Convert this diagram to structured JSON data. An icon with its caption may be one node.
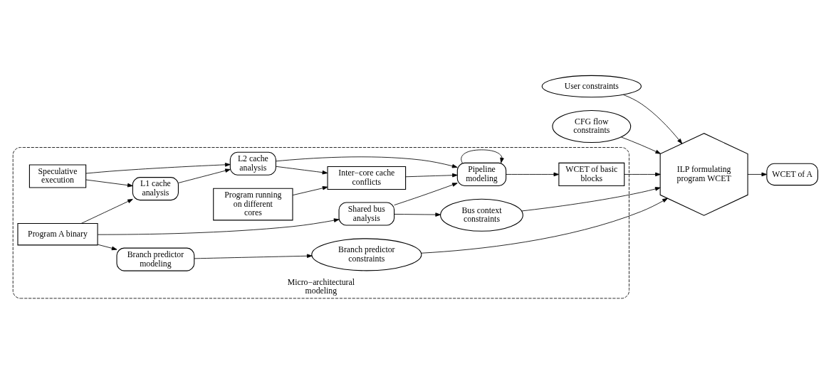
{
  "diagram": {
    "nodes": [
      {
        "text": [
          "Micro−architectural modeling"
        ]
      },
      {
        "text": [
          "Branch predictor modeling"
        ],
        "in": 0
      },
      {
        "text": [
          "Branch predictor constraints"
        ],
        "in": 0
      },
      {
        "text": [
          "Speculative execution"
        ],
        "in": 0
      },
      {
        "text": [
          "L1 cache analysis"
        ],
        "in": 0
      },
      {
        "text": [
          "L2 cache analysis"
        ],
        "in": 0
      },
      {
        "text": [
          "Program A binary"
        ],
        "in": 0
      },
      {
        "text": [
          "Inter−core cache conflicts"
        ],
        "in": 0
      },
      {
        "text": [
          "Pipeline modeling"
        ],
        "in": 0
      },
      {
        "text": [
          "WCET of basic blocks"
        ],
        "in": 0
      },
      {
        "text": [
          "Program running on different cores"
        ],
        "in": 0
      },
      {
        "text": [
          "Shared bus analysis"
        ],
        "in": 0
      },
      {
        "text": [
          "Bus context constraints"
        ],
        "in": 0
      },
      {
        "text": [
          "User constraints"
        ]
      },
      {
        "text": [
          "ILP formulating program WCET"
        ]
      },
      {
        "text": [
          "WCET of A"
        ]
      },
      {
        "text": [
          "CFG flow constraints"
        ]
      }
    ],
    "edges": [
      {
        "from": 1,
        "to": 2,
        "arrow": "to"
      },
      {
        "from": 6,
        "to": 1,
        "arrow": "to"
      },
      {
        "from": 6,
        "to": 4,
        "arrow": "to"
      },
      {
        "from": 3,
        "to": 4,
        "arrow": "to"
      },
      {
        "from": 3,
        "to": 5,
        "arrow": "to"
      },
      {
        "from": 4,
        "to": 5,
        "arrow": "to"
      },
      {
        "from": 5,
        "to": 7,
        "arrow": "to"
      },
      {
        "from": 5,
        "to": 8,
        "arrow": "to"
      },
      {
        "from": 7,
        "to": 8,
        "arrow": "to"
      },
      {
        "from": 10,
        "to": 7,
        "arrow": "to"
      },
      {
        "from": 6,
        "to": 11,
        "arrow": "to"
      },
      {
        "from": 11,
        "to": 8,
        "arrow": "to"
      },
      {
        "from": 8,
        "to": 8,
        "arrow": "to"
      },
      {
        "from": 11,
        "to": 12,
        "arrow": "to"
      },
      {
        "from": 8,
        "to": 9,
        "arrow": "to"
      },
      {
        "from": 9,
        "to": 14,
        "arrow": "to"
      },
      {
        "from": 2,
        "to": 14,
        "arrow": "to"
      },
      {
        "from": 12,
        "to": 14,
        "arrow": "to"
      },
      {
        "from": 13,
        "to": 14,
        "arrow": "to"
      },
      {
        "from": 16,
        "to": 14,
        "arrow": "to"
      },
      {
        "from": 14,
        "to": 15,
        "arrow": "to"
      }
    ]
  }
}
